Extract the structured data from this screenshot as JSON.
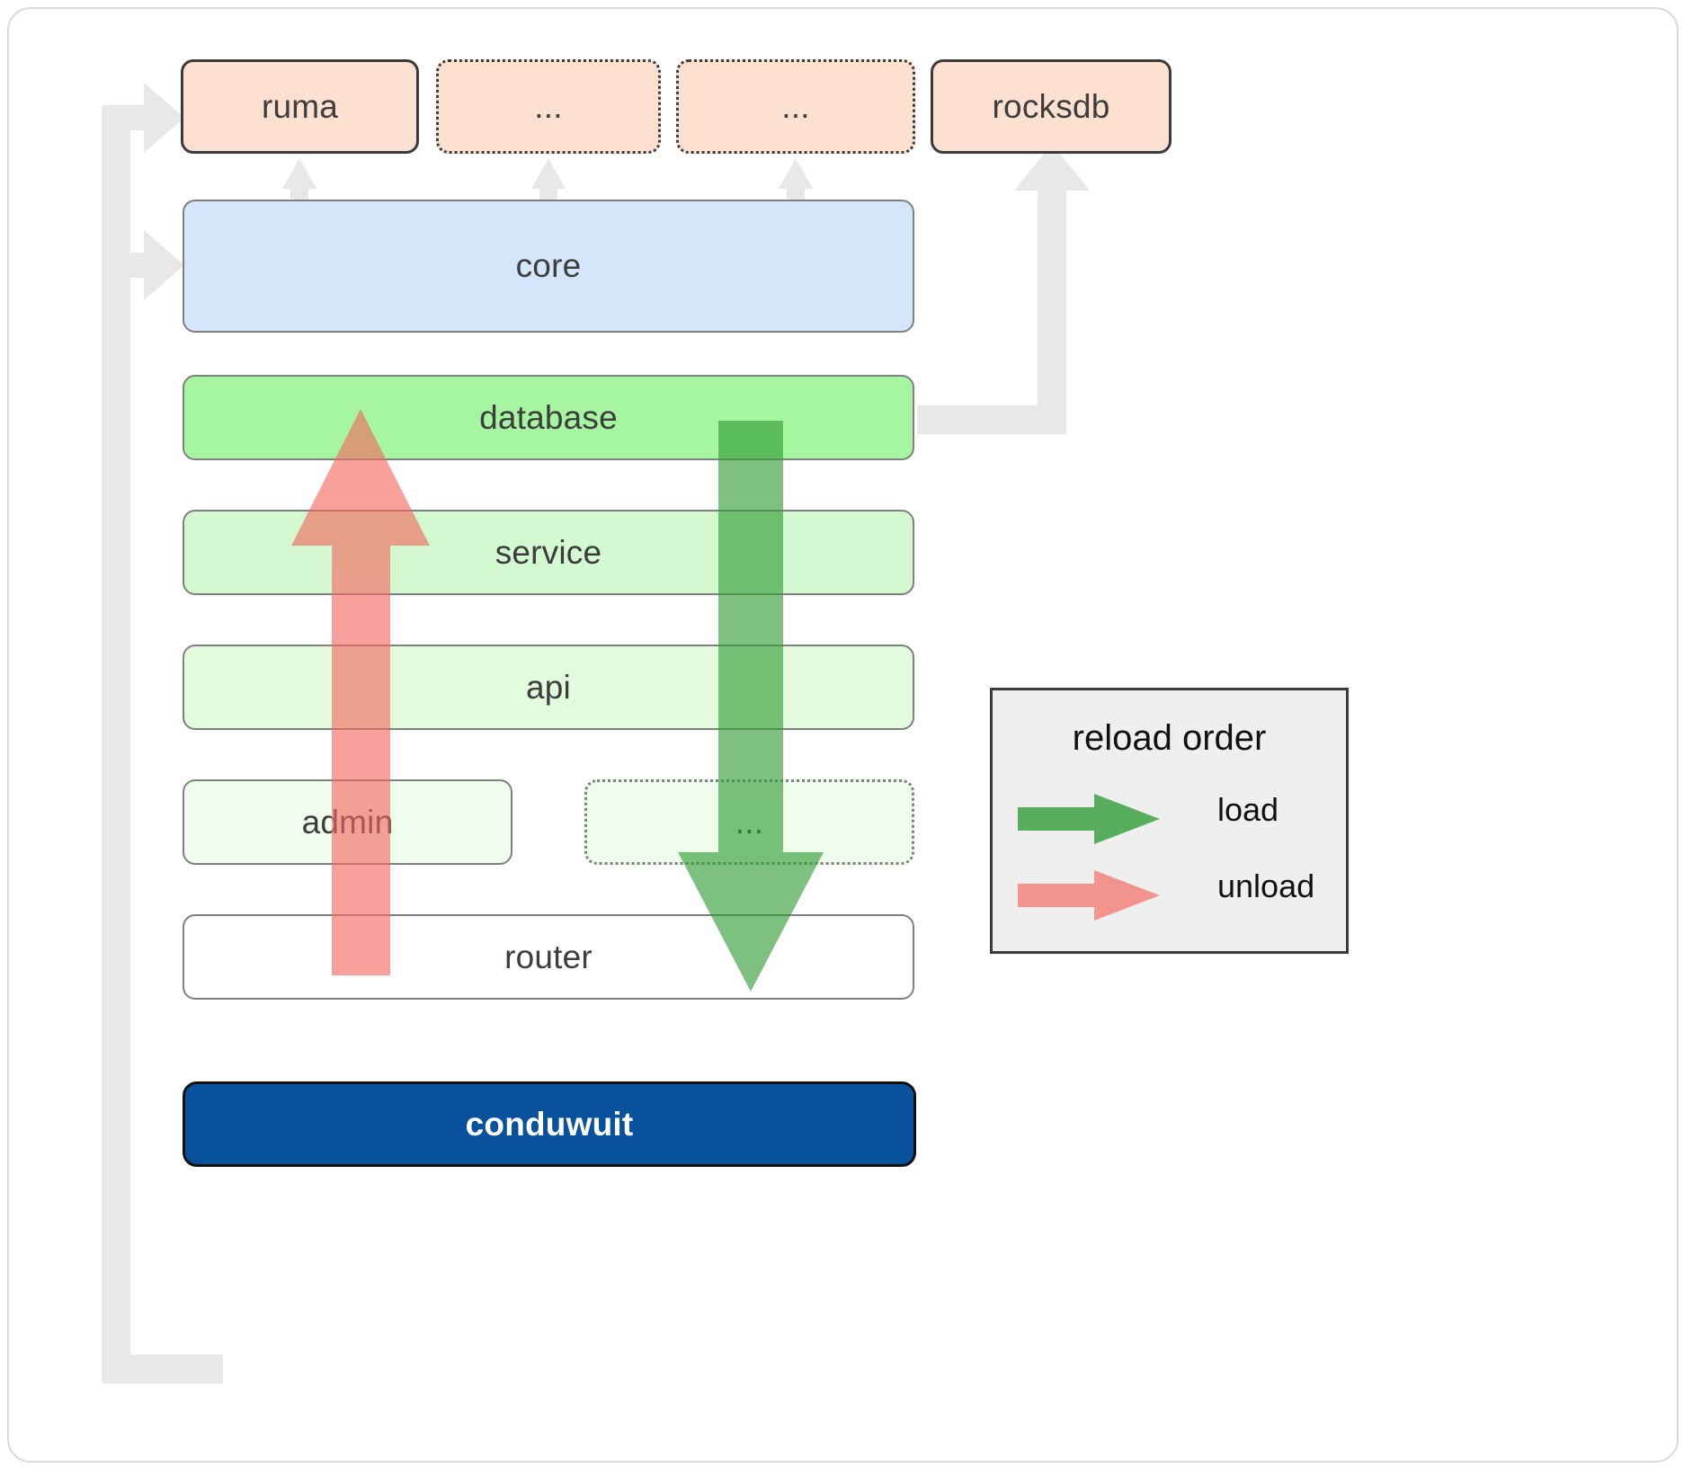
{
  "diagram": {
    "title": "conduwuit crate / reload order architecture",
    "colors": {
      "peach": "#fde1d0",
      "blue": "#d4e6fb",
      "green_database": "#a6f5a0",
      "green_service": "#d4f8cf",
      "green_api": "#e2fbdd",
      "green_admin": "#effdec",
      "router_white": "#ffffff",
      "navy": "#08519c",
      "connector_gray": "#e8e8e8",
      "load_green": "#5aab5a",
      "unload_red": "#fa8a8a",
      "legend_bg": "#efefef",
      "border_gray": "#808080",
      "border_dark": "#3b3b3b"
    },
    "top_row": [
      {
        "label": "ruma",
        "style": "solid"
      },
      {
        "label": "...",
        "style": "dotted"
      },
      {
        "label": "...",
        "style": "dotted"
      },
      {
        "label": "rocksdb",
        "style": "solid"
      }
    ],
    "layers": [
      {
        "label": "core",
        "style": "solid"
      },
      {
        "label": "database",
        "style": "solid"
      },
      {
        "label": "service",
        "style": "solid"
      },
      {
        "label": "api",
        "style": "solid"
      },
      {
        "label": "admin",
        "style": "solid"
      },
      {
        "label": "...",
        "style": "dotted"
      },
      {
        "label": "router",
        "style": "solid"
      }
    ],
    "root": {
      "label": "conduwuit"
    },
    "legend": {
      "title": "reload order",
      "items": [
        {
          "label": "load",
          "color": "#5aab5a",
          "direction": "down"
        },
        {
          "label": "unload",
          "color": "#fa8a8a",
          "direction": "up"
        }
      ]
    }
  }
}
